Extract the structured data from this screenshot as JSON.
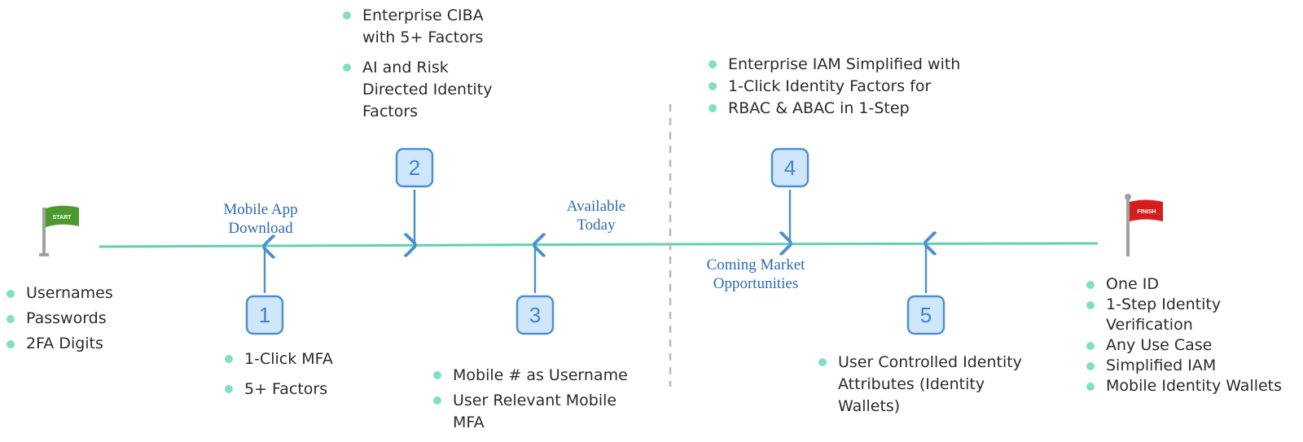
{
  "start_flag": {
    "text": "START",
    "color": "#4a9a2f"
  },
  "finish_flag": {
    "text": "FINISH",
    "color": "#d51f1f"
  },
  "timeline_color": "#5ed1b3",
  "accent_color": "#4a90d0",
  "bullet_color": "#7fe0c3",
  "labels": {
    "mobile_app": "Mobile App\nDownload",
    "available": "Available\nToday",
    "coming": "Coming Market\nOpportunities"
  },
  "milestones": [
    "1",
    "2",
    "3",
    "4",
    "5"
  ],
  "lists": {
    "start": [
      "Usernames",
      "Passwords",
      "2FA Digits"
    ],
    "m1": [
      "1-Click MFA",
      "5+ Factors"
    ],
    "m2": [
      "Enterprise CIBA\nwith 5+ Factors",
      "AI and Risk\nDirected Identity\nFactors"
    ],
    "m3": [
      "Mobile # as Username",
      "User Relevant Mobile\nMFA"
    ],
    "m4": [
      "Enterprise IAM Simplified with",
      "1-Click Identity Factors  for",
      "RBAC & ABAC in 1-Step"
    ],
    "m5": [
      "User Controlled Identity\nAttributes (Identity\nWallets)"
    ],
    "finish": [
      "One ID",
      "1-Step Identity Verification",
      "Any Use Case",
      "Simplified IAM",
      "Mobile Identity Wallets"
    ]
  }
}
